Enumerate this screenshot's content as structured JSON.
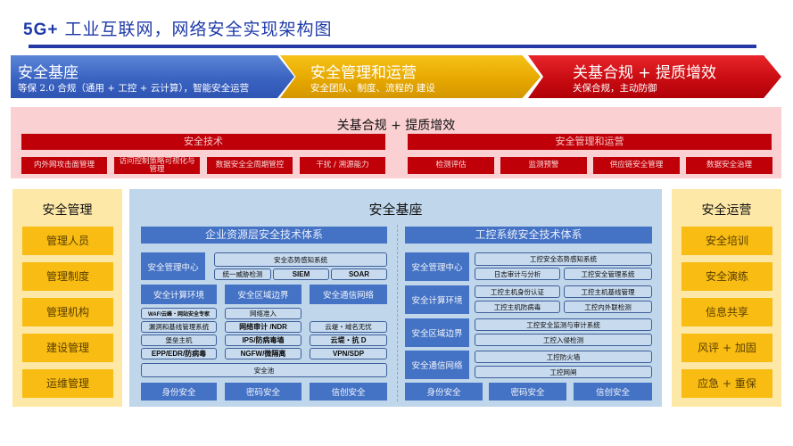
{
  "header": {
    "title_prefix": "5G+",
    "title_rest": " 工业互联网，网络安全实现架构图"
  },
  "chevrons": [
    {
      "heading": "安全基座",
      "subtitle": "等保 2.0 合规（通用 + 工控 + 云计算），智能安全运营",
      "color": "#3a63c2"
    },
    {
      "heading": "安全管理和运营",
      "subtitle": "安全团队、制度、流程的 建设",
      "color": "#e7a800"
    },
    {
      "heading": "关基合规 + 提质增效",
      "subtitle": "关保合规，主动防御",
      "color": "#c90c12"
    }
  ],
  "compliance": {
    "title": "关基合规 + 提质增效",
    "tech": {
      "label": "安全技术",
      "items": [
        "内外网攻击面管理",
        "访问控制策略可视化与管理",
        "数据安全全周期管控",
        "干扰 / 溯源能力"
      ]
    },
    "mgmt": {
      "label": "安全管理和运营",
      "items": [
        "检测评估",
        "监测预警",
        "供应链安全管理",
        "数据安全治理"
      ]
    },
    "color": "#c00008"
  },
  "left_panel": {
    "title": "安全管理",
    "items": [
      "管理人员",
      "管理制度",
      "管理机构",
      "建设管理",
      "运维管理"
    ]
  },
  "right_panel": {
    "title": "安全运营",
    "items": [
      "安全培训",
      "安全演练",
      "信息共享",
      "风评 + 加固",
      "应急 + 重保"
    ]
  },
  "center": {
    "title": "安全基座",
    "enterprise": {
      "header": "企业资源层安全技术体系",
      "mgmt_center": "安全管理中心",
      "situational": "安全态势感知系统",
      "mgmt_subs": [
        "统一威胁检测",
        "SIEM",
        "SOAR"
      ],
      "col_heads": [
        "安全计算环境",
        "安全区域边界",
        "安全通信网络"
      ],
      "compute": [
        "WAF/云峰・网站安全专家",
        "漏洞和基线管理系统",
        "堡垒主机",
        "EPP/EDR/防病毒"
      ],
      "boundary": [
        "网络准入",
        "网络审计 /NDR",
        "IPS/防病毒墙",
        "NGFW/微隔离"
      ],
      "network": [
        "云堤・域名无忧",
        "云堤・抗 D",
        "VPN/SDP"
      ],
      "pool": "安全池",
      "bottom": [
        "身份安全",
        "密码安全",
        "信创安全"
      ]
    },
    "ics": {
      "header": "工控系统安全技术体系",
      "rows": [
        {
          "label": "安全管理中心",
          "items": [
            "工控安全态势感知系统",
            "日志审计与分析",
            "工控安全管理系统"
          ]
        },
        {
          "label": "安全计算环境",
          "items": [
            "工控主机身份认证",
            "工控主机基线管理",
            "工控主机防病毒",
            "工控内外联检测"
          ]
        },
        {
          "label": "安全区域边界",
          "items": [
            "工控安全监测与审计系统",
            "工控入侵检测"
          ]
        },
        {
          "label": "安全通信网络",
          "items": [
            "工控防火墙",
            "工控网闸"
          ]
        }
      ],
      "bottom": [
        "身份安全",
        "密码安全",
        "信创安全"
      ]
    }
  }
}
